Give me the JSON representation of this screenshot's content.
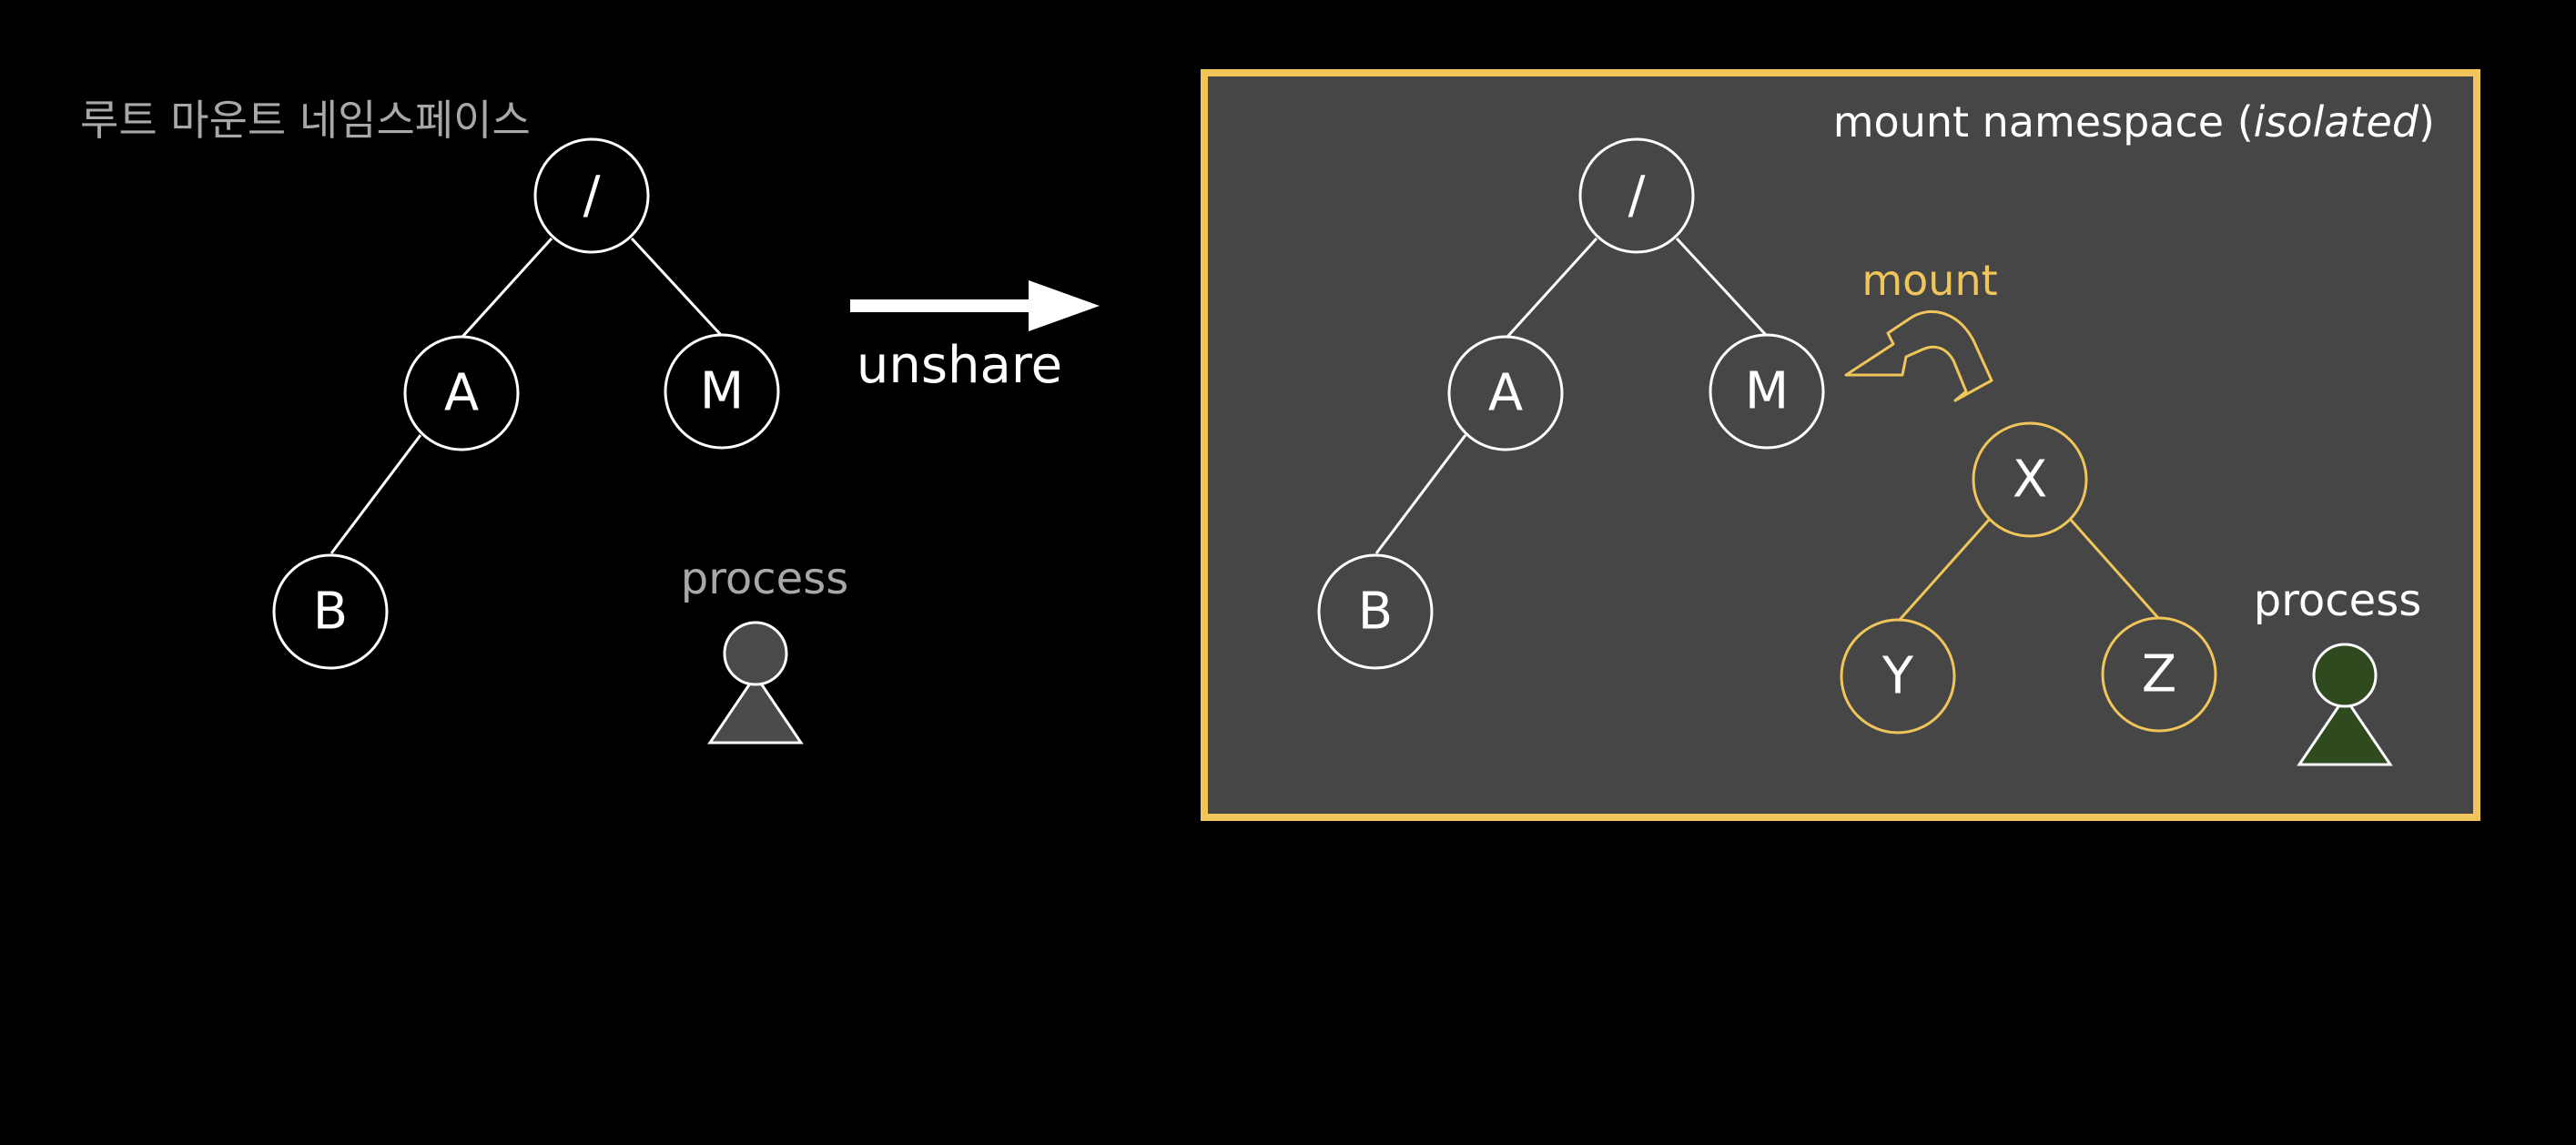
{
  "colors": {
    "background": "#000000",
    "panel": "#464646",
    "highlight": "#f0c65a",
    "white": "#ffffff",
    "gray_text": "#a8a8a8",
    "process_gray": "#4a4a4a",
    "process_green": "#2f4a1f"
  },
  "left": {
    "title": "루트 마운트 네임스페이스",
    "nodes": {
      "root": "/",
      "a": "A",
      "m": "M",
      "b": "B"
    },
    "process_label": "process"
  },
  "arrow": {
    "label": "unshare"
  },
  "right": {
    "title_prefix": "mount namespace (",
    "title_italic": "isolated",
    "title_suffix": ")",
    "nodes": {
      "root": "/",
      "a": "A",
      "m": "M",
      "b": "B"
    },
    "mount_label": "mount",
    "mounted_nodes": {
      "x": "X",
      "y": "Y",
      "z": "Z"
    },
    "process_label": "process"
  }
}
